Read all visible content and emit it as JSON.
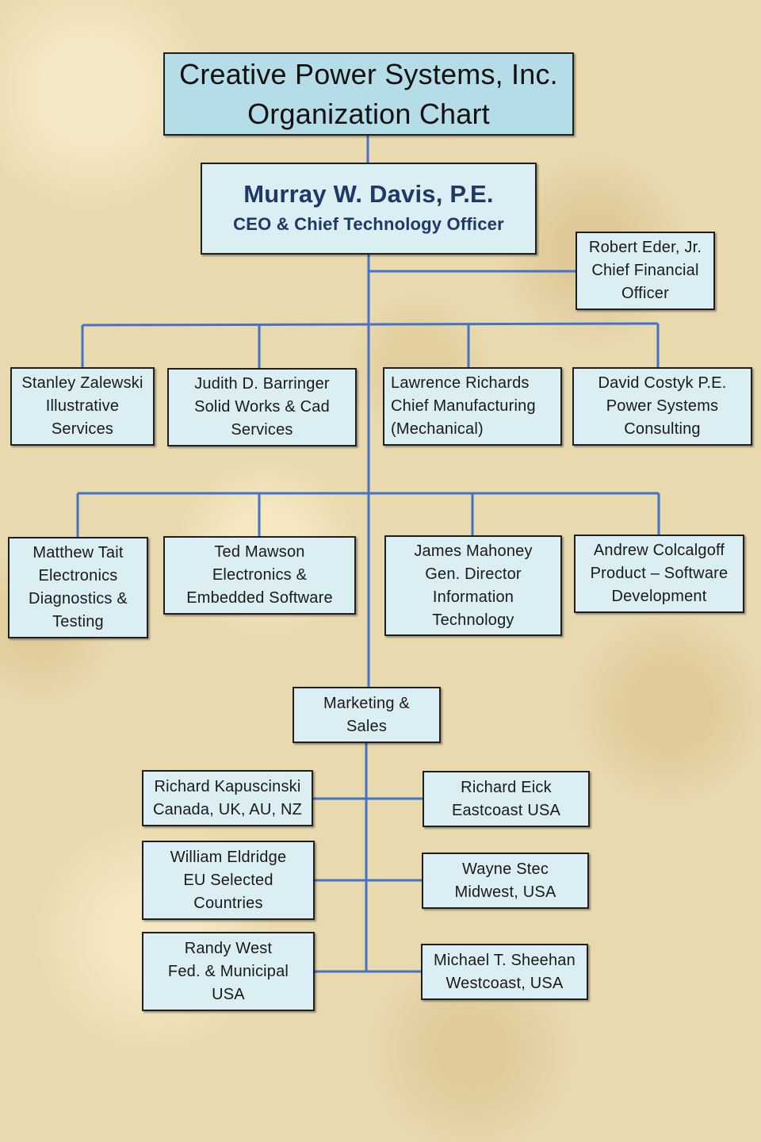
{
  "title": {
    "line1": "Creative Power Systems, Inc.",
    "line2": "Organization Chart"
  },
  "ceo": {
    "name": "Murray W. Davis, P.E.",
    "role": "CEO & Chief Technology Officer"
  },
  "cfo": {
    "line1": "Robert Eder, Jr.",
    "line2": "Chief Financial",
    "line3": "Officer"
  },
  "row1": [
    {
      "line1": "Stanley Zalewski",
      "line2": "Illustrative",
      "line3": "Services"
    },
    {
      "line1": "Judith D. Barringer",
      "line2": "Solid Works & Cad",
      "line3": "Services"
    },
    {
      "line1": "Lawrence Richards",
      "line2": "Chief Manufacturing",
      "line3": "(Mechanical)"
    },
    {
      "line1": "David Costyk P.E.",
      "line2": "Power Systems",
      "line3": "Consulting"
    }
  ],
  "row2": [
    {
      "line1": "Matthew Tait",
      "line2": "Electronics",
      "line3": "Diagnostics &",
      "line4": "Testing"
    },
    {
      "line1": "Ted Mawson",
      "line2": "Electronics &",
      "line3": "Embedded Software"
    },
    {
      "line1": "James Mahoney",
      "line2": "Gen. Director",
      "line3": "Information",
      "line4": "Technology"
    },
    {
      "line1": "Andrew Colcalgoff",
      "line2": "Product – Software",
      "line3": "Development"
    }
  ],
  "marketing": {
    "line1": "Marketing &",
    "line2": "Sales"
  },
  "sales_left": [
    {
      "line1": "Richard Kapuscinski",
      "line2": "Canada, UK, AU, NZ"
    },
    {
      "line1": "William Eldridge",
      "line2": "EU Selected",
      "line3": "Countries"
    },
    {
      "line1": "Randy West",
      "line2": "Fed. & Municipal",
      "line3": "USA"
    }
  ],
  "sales_right": [
    {
      "line1": "Richard Eick",
      "line2": "Eastcoast USA"
    },
    {
      "line1": "Wayne Stec",
      "line2": "Midwest, USA"
    },
    {
      "line1": "Michael T. Sheehan",
      "line2": "Westcoast, USA"
    }
  ],
  "colors": {
    "connector": "#4472c4",
    "box_fill": "#dbeef4",
    "title_fill": "#b5dde8",
    "ceo_text": "#1f3864",
    "background": "#e9d9ae"
  }
}
